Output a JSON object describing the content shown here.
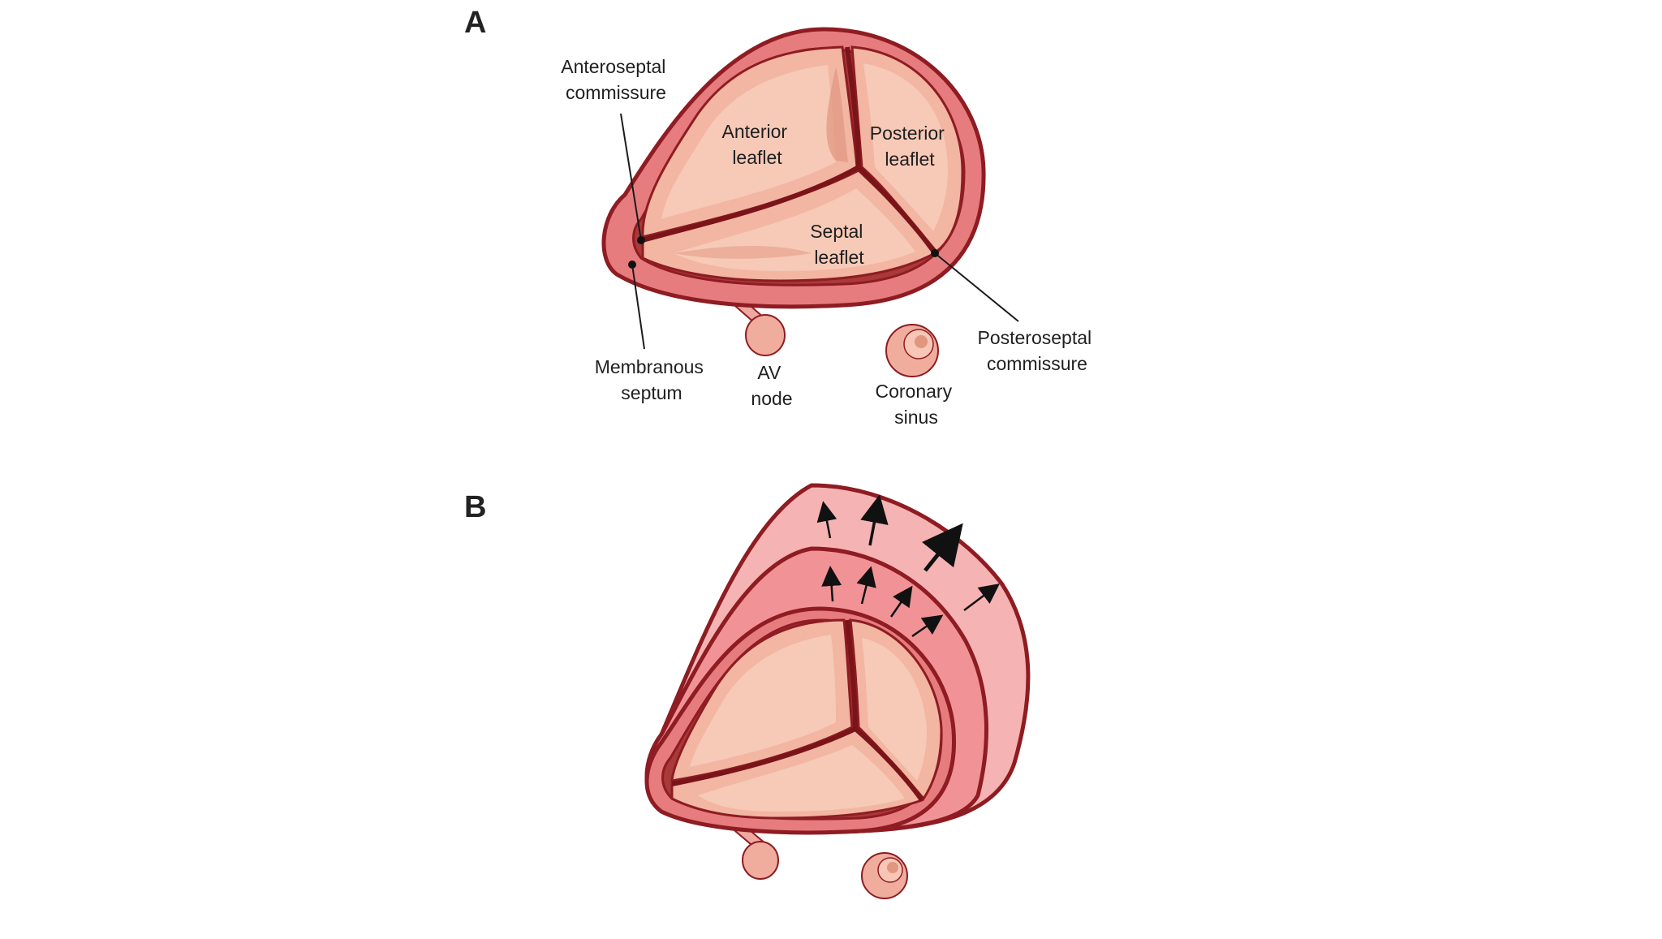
{
  "panels": {
    "a": {
      "letter": "A",
      "labels": {
        "anteroseptal": [
          "Anteroseptal",
          "commissure"
        ],
        "anterior": [
          "Anterior",
          "leaflet"
        ],
        "posterior": [
          "Posterior",
          "leaflet"
        ],
        "septal": [
          "Septal",
          "leaflet"
        ],
        "posteroseptal": [
          "Posteroseptal",
          "commissure"
        ],
        "membranous": [
          "Membranous",
          "septum"
        ],
        "av_node": [
          "AV",
          "node"
        ],
        "coronary_sinus": [
          "Coronary",
          "sinus"
        ]
      }
    },
    "b": {
      "letter": "B"
    }
  },
  "colors": {
    "annulus_outer": "#e77c7e",
    "annulus_stroke": "#8e1c22",
    "leaflet_fill": "#f2b6a3",
    "leaflet_light": "#f7cbb9",
    "leaflet_shadow": "#e0967f",
    "dilation_outer": "#f6b3b3",
    "dilation_mid": "#f19396",
    "arrow": "#111111"
  }
}
